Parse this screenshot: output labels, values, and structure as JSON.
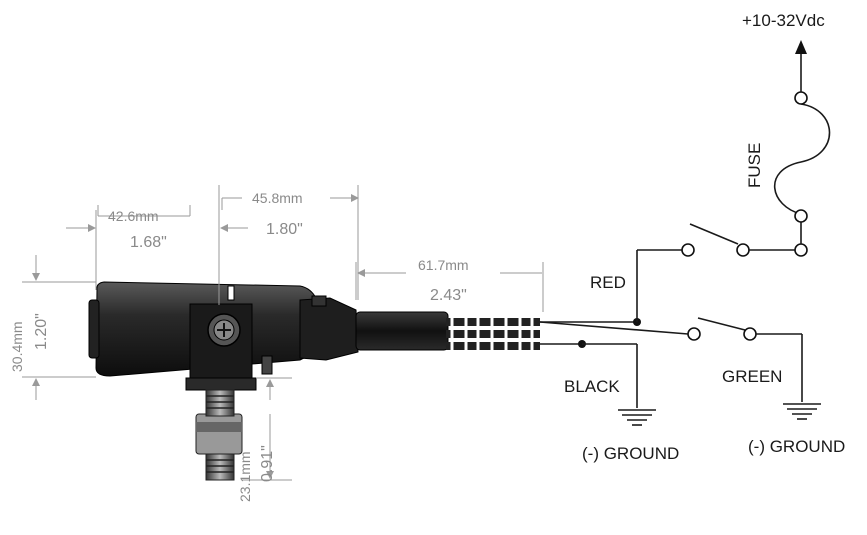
{
  "supply": {
    "label": "+10-32Vdc"
  },
  "fuse": {
    "label": "FUSE"
  },
  "wires": {
    "red": "RED",
    "black": "BLACK",
    "green": "GREEN"
  },
  "grounds": {
    "left": "(-) GROUND",
    "right": "(-) GROUND"
  },
  "dimensions": {
    "body_length": {
      "metric": "42.6mm",
      "imperial": "1.68\""
    },
    "mount_offset": {
      "metric": "45.8mm",
      "imperial": "1.80\""
    },
    "cable_boot": {
      "metric": "61.7mm",
      "imperial": "2.43\""
    },
    "height": {
      "metric": "30.4mm",
      "imperial": "1.20\""
    },
    "stud": {
      "metric": "23.1mm",
      "imperial": "0.91\""
    }
  }
}
